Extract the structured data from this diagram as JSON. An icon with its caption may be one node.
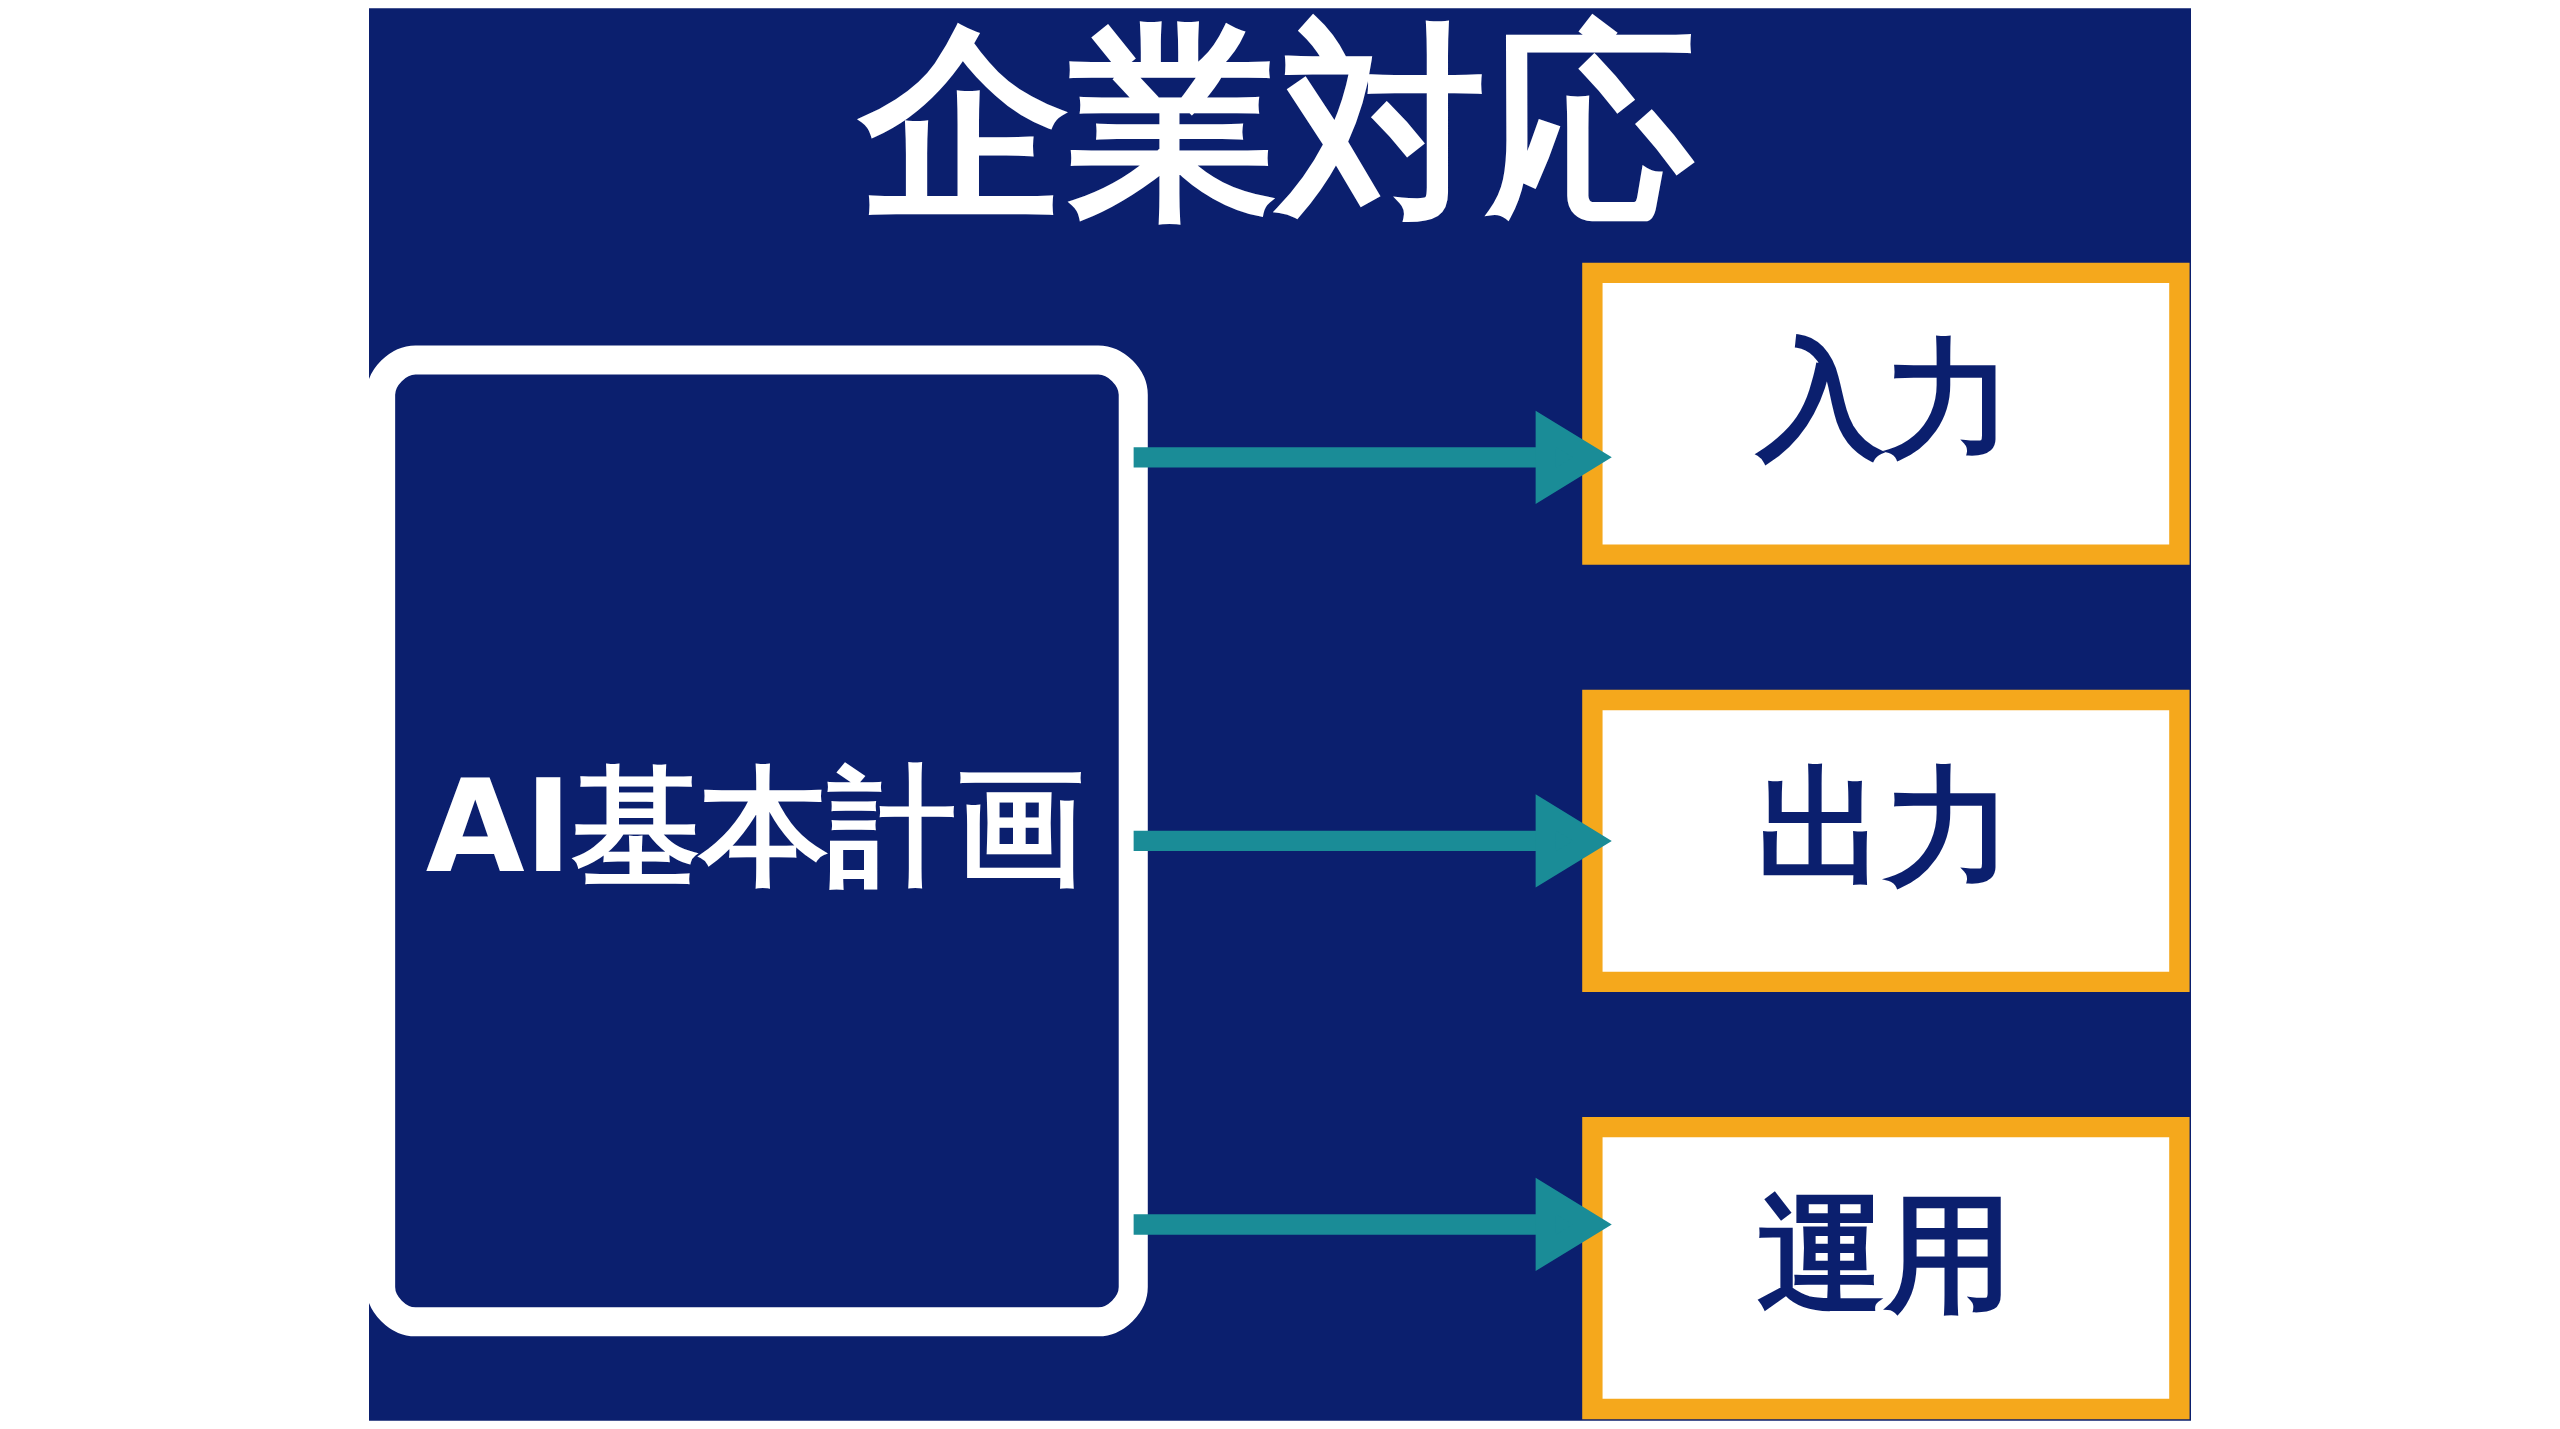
{
  "diagram": {
    "title": "企業対応",
    "nodes": [
      {
        "text": [
          "AI基本計画"
        ]
      },
      {
        "text": [
          "入力"
        ]
      },
      {
        "text": [
          "出力"
        ]
      },
      {
        "text": [
          "運用"
        ]
      }
    ],
    "edges": [
      {
        "from": 0,
        "to": 1,
        "arrow": "to"
      },
      {
        "from": 0,
        "to": 2,
        "arrow": "to"
      },
      {
        "from": 0,
        "to": 3,
        "arrow": "to"
      }
    ]
  }
}
